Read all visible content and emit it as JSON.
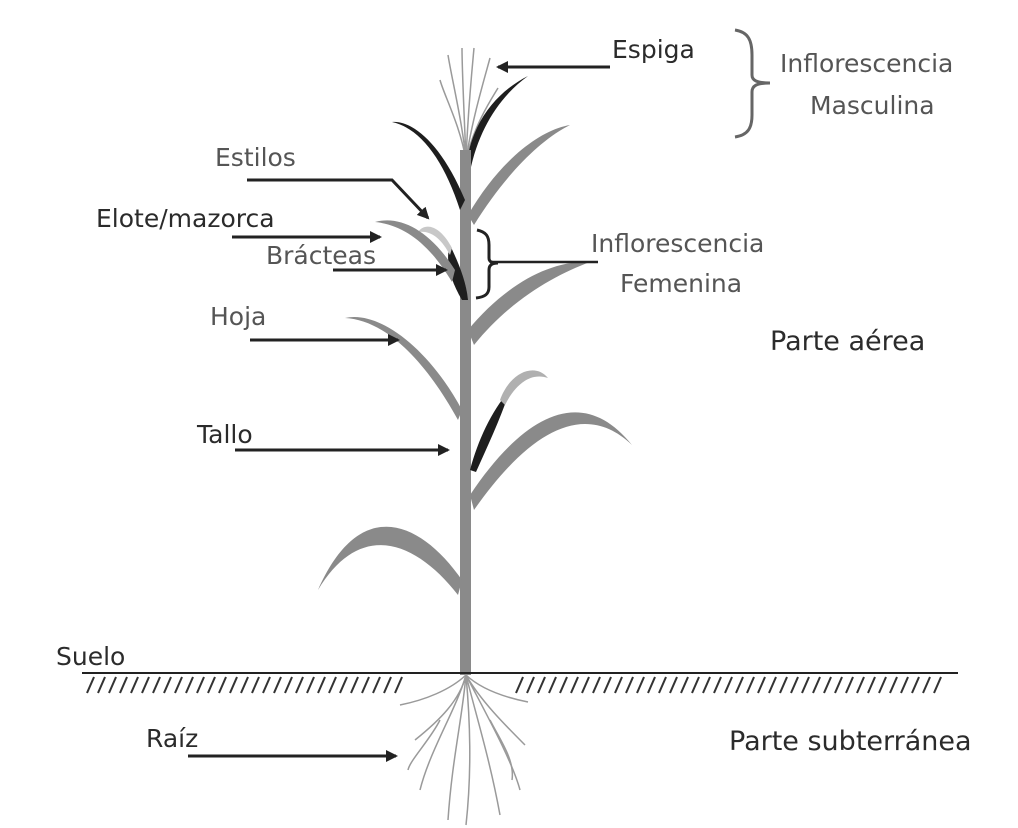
{
  "labels": {
    "espiga": "Espiga",
    "inflorescencia_masculina_1": "Inflorescencia",
    "inflorescencia_masculina_2": "Masculina",
    "estilos": "Estilos",
    "elote": "Elote/mazorca",
    "bracteas": "Brácteas",
    "inflorescencia_femenina_1": "Inflorescencia",
    "inflorescencia_femenina_2": "Femenina",
    "hoja": "Hoja",
    "tallo": "Tallo",
    "parte_aerea": "Parte aérea",
    "suelo": "Suelo",
    "raiz": "Raíz",
    "parte_subterranea": "Parte subterránea"
  },
  "colors": {
    "leaf": "#8a8a8a",
    "ear": "#1e1e1e",
    "text": "#2b2b2b",
    "background": "#ffffff"
  }
}
